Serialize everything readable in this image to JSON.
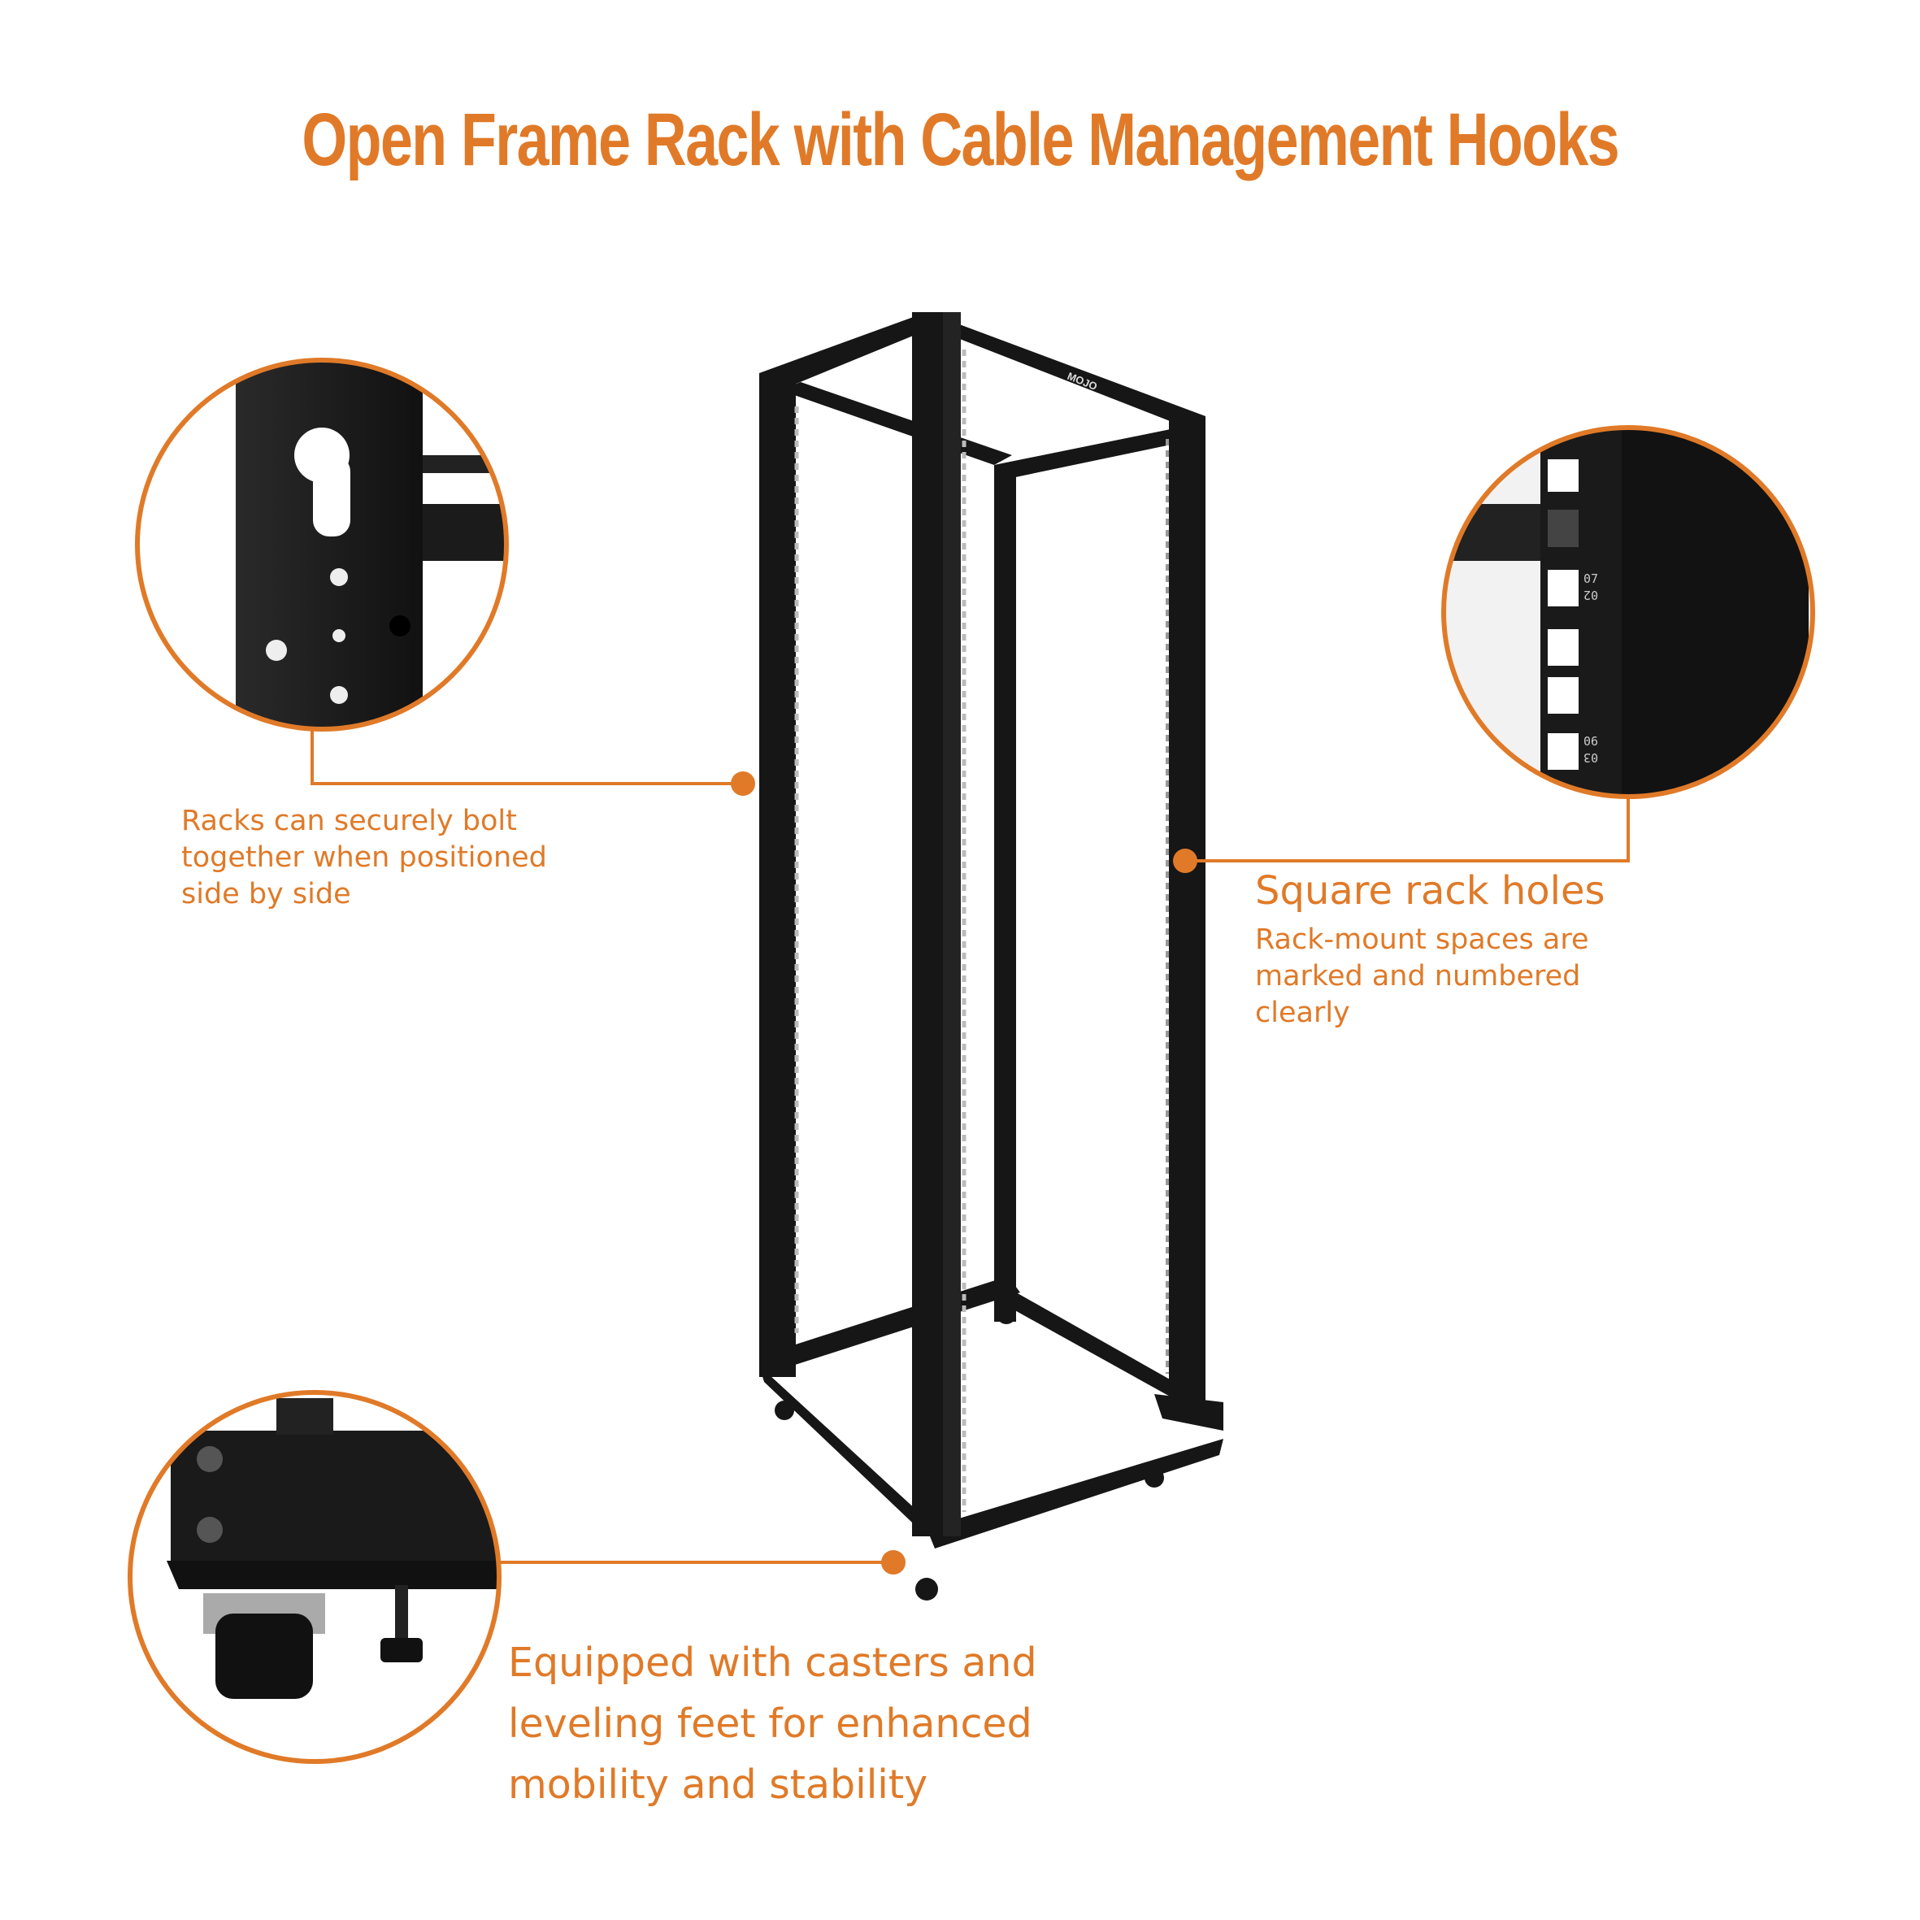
{
  "title": "Open Frame Rack with Cable Management Hooks",
  "brand_logo": "MOJO",
  "accent_color": "#e07a28",
  "callouts": [
    {
      "lines": [
        "Racks can securely bolt",
        "together when positioned",
        "side by side"
      ]
    },
    {
      "heading": "Square rack holes",
      "lines": [
        "Rack-mount spaces are",
        "marked and numbered",
        "clearly"
      ],
      "rail_numbers": [
        "07",
        "02",
        "06",
        "03"
      ]
    },
    {
      "lines": [
        "Equipped with casters and",
        "leveling feet for enhanced",
        "mobility and stability"
      ]
    }
  ]
}
